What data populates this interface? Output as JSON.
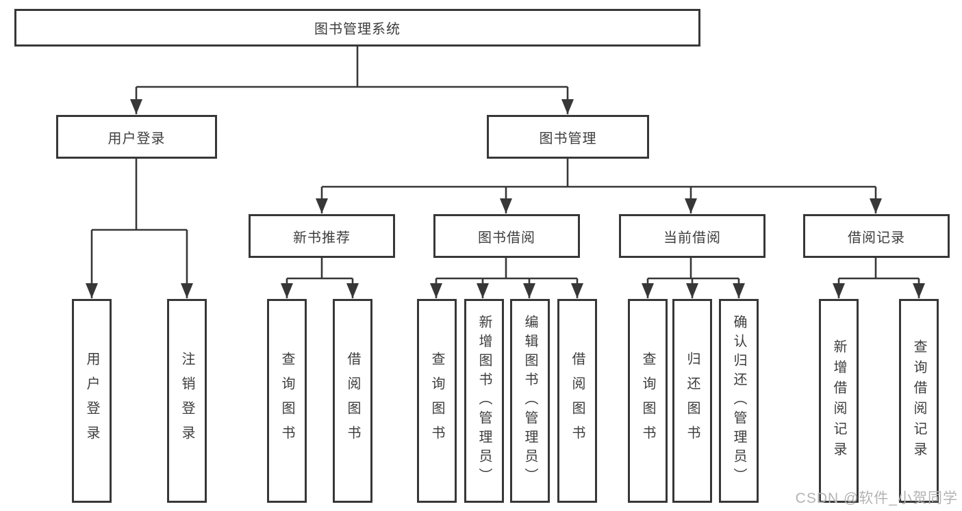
{
  "diagram": {
    "nodes": {
      "root": {
        "label": "图书管理系统"
      },
      "user_login": {
        "label": "用户登录"
      },
      "book_mgmt": {
        "label": "图书管理"
      },
      "new_book_rec": {
        "label": "新书推荐"
      },
      "book_borrow": {
        "label": "图书借阅"
      },
      "current_borrow": {
        "label": "当前借阅"
      },
      "borrow_record": {
        "label": "借阅记录"
      },
      "leaf_user_login": {
        "label": "用户登录"
      },
      "leaf_logout": {
        "label": "注销登录"
      },
      "leaf_rec_query_book": {
        "label": "查询图书"
      },
      "leaf_rec_borrow_book": {
        "label": "借阅图书"
      },
      "leaf_bb_query_book": {
        "label": "查询图书"
      },
      "leaf_bb_add_book": {
        "label": "新增图书（管理员）"
      },
      "leaf_bb_edit_book": {
        "label": "编辑图书（管理员）"
      },
      "leaf_bb_borrow_book": {
        "label": "借阅图书"
      },
      "leaf_cb_query_book": {
        "label": "查询图书"
      },
      "leaf_cb_return_book": {
        "label": "归还图书"
      },
      "leaf_cb_confirm_return": {
        "label": "确认归还（管理员）"
      },
      "leaf_br_add_record": {
        "label": "新增借阅记录"
      },
      "leaf_br_query_record": {
        "label": "查询借阅记录"
      }
    },
    "colors": {
      "line": "#373737",
      "text": "#3d3d3d",
      "background": "#ffffff",
      "watermark": "#b3b3b3"
    }
  },
  "watermark": {
    "text": "CSDN @软件_小贺同学"
  }
}
